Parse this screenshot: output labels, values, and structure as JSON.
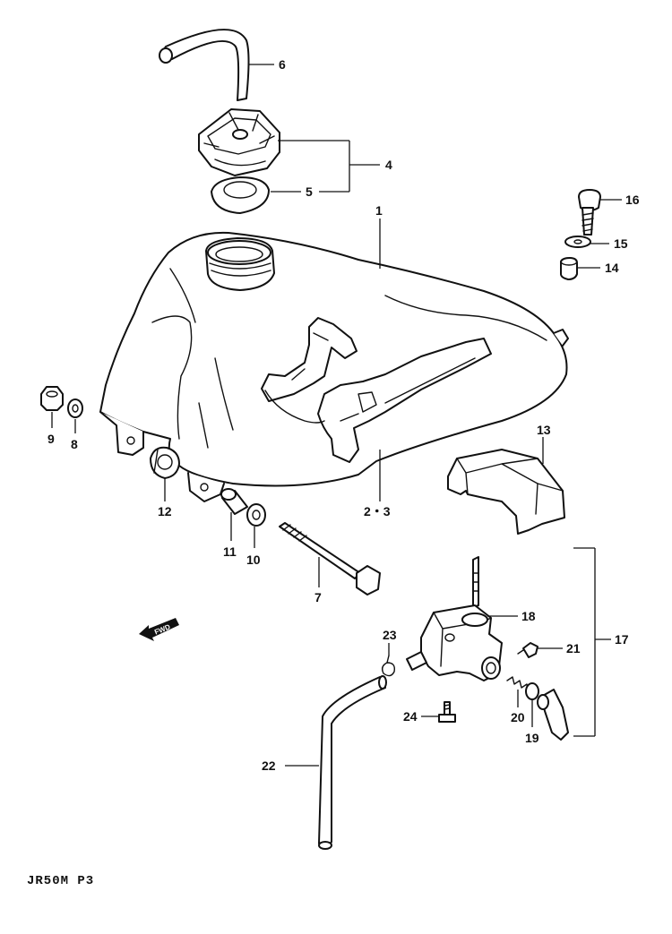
{
  "diagram": {
    "model_code": "JR50M P3",
    "fwd_label": "FWD",
    "callouts": {
      "c1": "1",
      "c2_3": "2・3",
      "c4": "4",
      "c5": "5",
      "c6": "6",
      "c7": "7",
      "c8": "8",
      "c9": "9",
      "c10": "10",
      "c11": "11",
      "c12": "12",
      "c13": "13",
      "c14": "14",
      "c15": "15",
      "c16": "16",
      "c17": "17",
      "c18": "18",
      "c19": "19",
      "c20": "20",
      "c21": "21",
      "c22": "22",
      "c23": "23",
      "c24": "24"
    }
  }
}
